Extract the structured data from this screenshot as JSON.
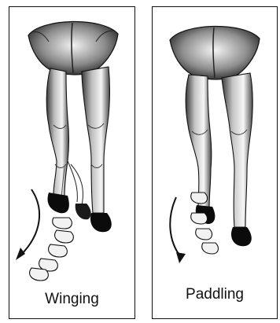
{
  "panels": [
    {
      "caption": "Winging"
    },
    {
      "caption": "Paddling"
    }
  ],
  "colors": {
    "ink": "#111111",
    "shade": "#555555",
    "hoof": "#0b0b0b",
    "background": "#ffffff"
  },
  "icons": [
    "horse-forelegs-illustration",
    "curved-arrow-icon"
  ]
}
